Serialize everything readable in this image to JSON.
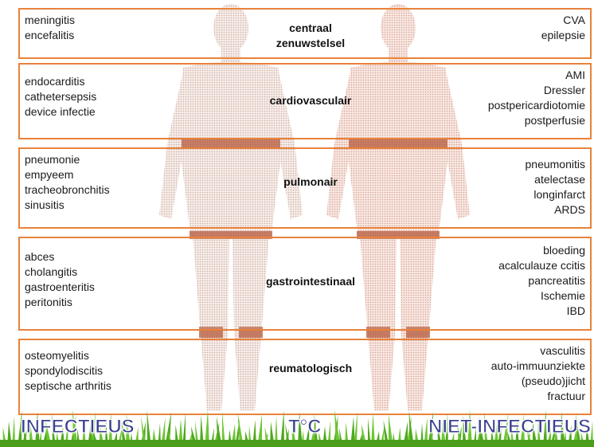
{
  "panels": [
    {
      "id": "cns",
      "title_lines": [
        "centraal",
        "zenuwstelsel"
      ],
      "infectious": [
        "meningitis",
        "encefalitis"
      ],
      "non_infectious": [
        "CVA",
        "epilepsie"
      ]
    },
    {
      "id": "cardio",
      "title_lines": [
        "cardiovasculair"
      ],
      "infectious": [
        "endocarditis",
        "cathetersepsis",
        "device infectie"
      ],
      "non_infectious": [
        "AMI",
        "Dressler",
        "postpericardiotomie",
        "postperfusie"
      ]
    },
    {
      "id": "pulm",
      "title_lines": [
        "pulmonair"
      ],
      "infectious": [
        "pneumonie",
        "empyeem",
        "tracheobronchitis",
        "sinusitis"
      ],
      "non_infectious": [
        "pneumonitis",
        "atelectase",
        "longinfarct",
        "ARDS"
      ]
    },
    {
      "id": "gi",
      "title_lines": [
        "gastrointestinaal"
      ],
      "infectious": [
        "abces",
        "cholangitis",
        "gastroenteritis",
        "peritonitis"
      ],
      "non_infectious": [
        "bloeding",
        "acalculauze ccitis",
        "pancreatitis",
        "Ischemie",
        "IBD"
      ]
    },
    {
      "id": "rheum",
      "title_lines": [
        "reumatologisch"
      ],
      "infectious": [
        "osteomyelitis",
        "spondylodiscitis",
        "septische arthritis"
      ],
      "non_infectious": [
        "vasculitis",
        "auto-immuunziekte",
        "(pseudo)jicht",
        "fractuur"
      ]
    }
  ],
  "footer": {
    "infectious_label": "INFECTIEUS",
    "temperature_label": "T°C",
    "non_infectious_label": "NIET-INFECTIEUS"
  },
  "colors": {
    "panel_border": "#e8823a",
    "footer_text": "#3a3f90",
    "grass": "#5bb524",
    "body_tint": "#c98a7a"
  }
}
